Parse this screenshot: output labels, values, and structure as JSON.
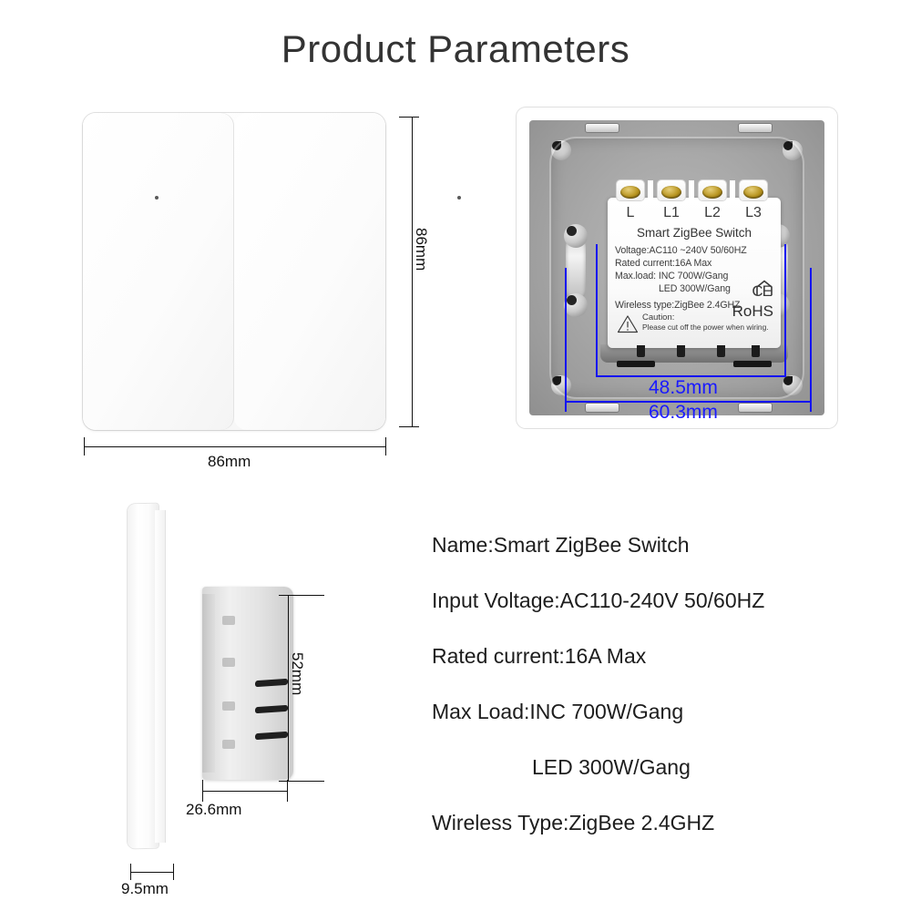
{
  "page": {
    "title": "Product Parameters"
  },
  "front_view": {
    "name": "front-view",
    "gangs": 2,
    "dimensions": {
      "width_label": "86mm",
      "height_label": "86mm"
    }
  },
  "back_view": {
    "name": "back-view",
    "terminals": [
      "L",
      "L1",
      "L2",
      "L3"
    ],
    "module_label": {
      "title": "Smart ZigBee Switch",
      "lines": [
        "Voltage:AC110 ~240V  50/60HZ",
        "Rated current:16A Max",
        "Max.load: INC 700W/Gang",
        "LED 300W/Gang",
        "Wireless type:ZigBee 2.4GHZ"
      ],
      "caution_heading": "Caution:",
      "caution_text": "Please cut off the power when wiring.",
      "certifications": {
        "ce": "CE",
        "rohs": "RoHS",
        "home_icon": "home-icon"
      }
    },
    "dimensions": {
      "inner_width_label": "48.5mm",
      "outer_width_label": "60.3mm"
    },
    "dimension_color": "#1a1aff"
  },
  "side_view": {
    "name": "side-view",
    "dimensions": {
      "height_label": "52mm",
      "body_depth_label": "26.6mm",
      "plate_depth_label": "9.5mm"
    }
  },
  "specs": [
    {
      "text": "Name:Smart ZigBee Switch",
      "indented": false
    },
    {
      "text": "Input  Voltage:AC110-240V 50/60HZ",
      "indented": false
    },
    {
      "text": "Rated current:16A Max",
      "indented": false
    },
    {
      "text": "Max Load:INC 700W/Gang",
      "indented": false
    },
    {
      "text": "LED 300W/Gang",
      "indented": true
    },
    {
      "text": "Wireless Type:ZigBee 2.4GHZ",
      "indented": false
    }
  ]
}
